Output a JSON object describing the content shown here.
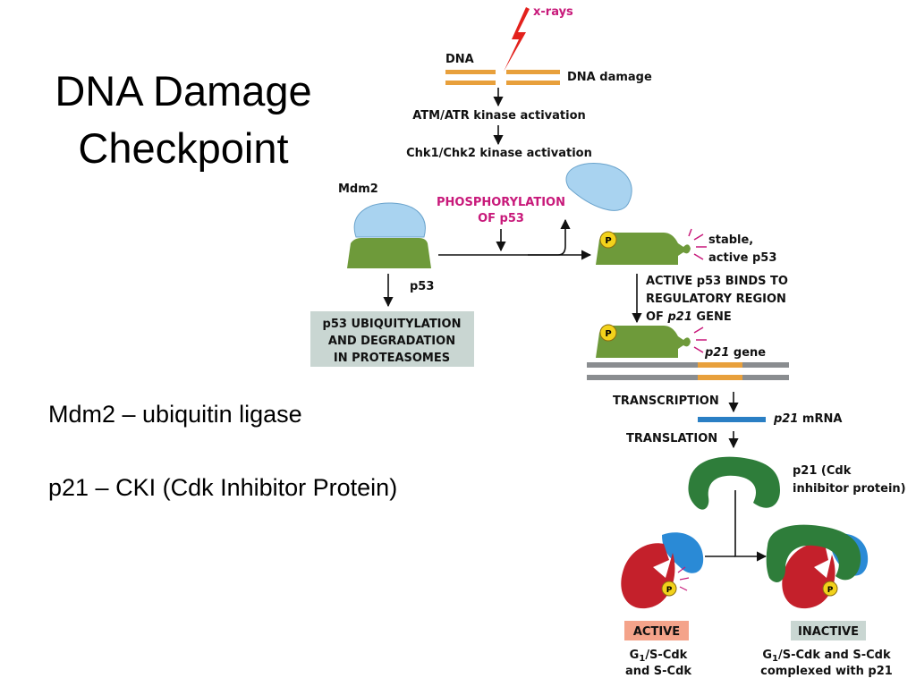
{
  "slide": {
    "title_line1": "DNA Damage",
    "title_line2": "Checkpoint",
    "note1": "Mdm2 – ubiquitin ligase",
    "note2": "p21 – CKI (Cdk Inhibitor Protein)"
  },
  "diagram": {
    "xrays": "x-rays",
    "dna": "DNA",
    "dna_damage": "DNA damage",
    "atm_atr": "ATM/ATR kinase activation",
    "chk": "Chk1/Chk2 kinase activation",
    "mdm2": "Mdm2",
    "phospho_line1": "PHOSPHORYLATION",
    "phospho_line2": "OF p53",
    "p53": "p53",
    "stable_line1": "stable,",
    "stable_line2": "active p53",
    "degradation_line1": "p53 UBIQUITYLATION",
    "degradation_line2": "AND DEGRADATION",
    "degradation_line3": "IN PROTEASOMES",
    "binds_line1": "ACTIVE p53 BINDS TO",
    "binds_line2": "REGULATORY REGION",
    "binds_line3_prefix": "OF ",
    "binds_line3_italic": "p21",
    "binds_line3_suffix": " GENE",
    "p21_gene_italic": "p21",
    "p21_gene_suffix": " gene",
    "transcription": "TRANSCRIPTION",
    "p21_mrna_italic": "p21",
    "p21_mrna_suffix": " mRNA",
    "translation": "TRANSLATION",
    "p21_protein_line1": "p21 (Cdk",
    "p21_protein_line2": "inhibitor protein)",
    "active": "ACTIVE",
    "inactive": "INACTIVE",
    "active_desc_line1": "G1/S-Cdk",
    "active_desc_line2": "and S-Cdk",
    "inactive_desc_line1": "G1/S-Cdk and S-Cdk",
    "inactive_desc_line2": "complexed with p21",
    "phosphate": "P"
  },
  "colors": {
    "dna_orange": "#e8a03c",
    "mdm2_blue": "#a9d3f0",
    "p53_green": "#6e9a3a",
    "phospho_magenta": "#c8197a",
    "phosphate_yellow": "#f2d21b",
    "gene_gray": "#8a8d90",
    "mrna_blue": "#2a7fc4",
    "p21_green": "#2e7d3a",
    "cdk_red": "#c4202b",
    "cyclin_blue": "#2a8ad6",
    "active_box": "#f4a38a",
    "inactive_box": "#c9d6d2",
    "degradation_box": "#c9d6d2"
  }
}
